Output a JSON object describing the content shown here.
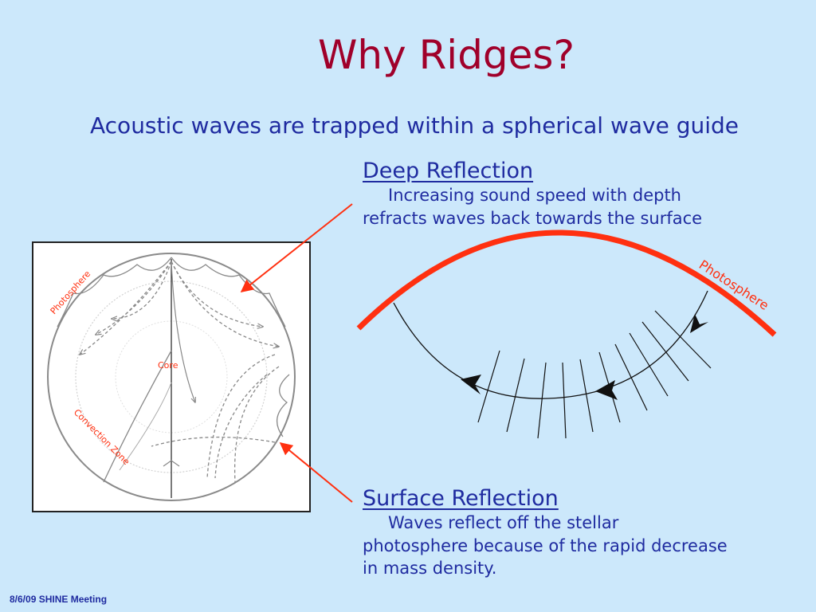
{
  "slide": {
    "title": "Why Ridges?",
    "subtitle": "Acoustic waves are trapped within a spherical wave guide",
    "deep": {
      "heading": "Deep Reflection",
      "line1": "Increasing sound speed with depth",
      "line2": "refracts waves back towards the surface"
    },
    "surface": {
      "heading": "Surface Reflection",
      "line1": "Waves reflect off the stellar",
      "line2": "photosphere because of the rapid decrease",
      "line3": "in mass density."
    },
    "footer": "8/6/09 SHINE Meeting"
  },
  "diagram": {
    "photosphere_label": "Photosphere",
    "core_label": "Core",
    "convection_label": "Convection Zone",
    "arc_label": "Photosphere"
  },
  "colors": {
    "title": "#a0002a",
    "text": "#1f2ba0",
    "accent": "#ff3010",
    "background": "#cce8fb"
  }
}
